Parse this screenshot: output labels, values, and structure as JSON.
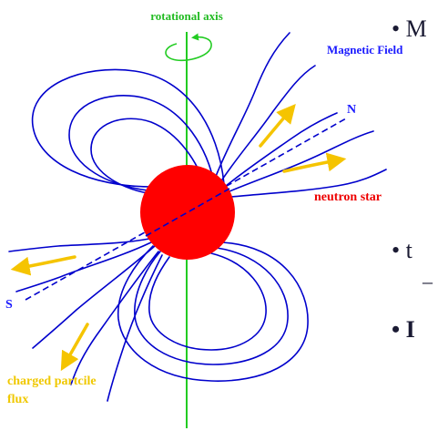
{
  "labels": {
    "rotational_axis": "rotational axis",
    "magnetic_field": "Magnetic Field",
    "north": "N",
    "south": "S",
    "neutron_star": "neutron star",
    "charged_flux_line1": "charged partcile",
    "charged_flux_line2": "flux"
  },
  "bullets": {
    "first": "• M",
    "second": "• t",
    "second_sub": "–",
    "third": "• I"
  },
  "colors": {
    "axis": "#22cc22",
    "field_lines": "#0000cc",
    "star": "#ff0000",
    "flux_arrows": "#f5c400",
    "magnetic_axis": "#0000cc",
    "label_green": "#22bb22",
    "label_blue": "#1a1aff",
    "label_red": "#ee0000",
    "label_yellow": "#f0c800",
    "label_dark": "#1a1a33"
  }
}
